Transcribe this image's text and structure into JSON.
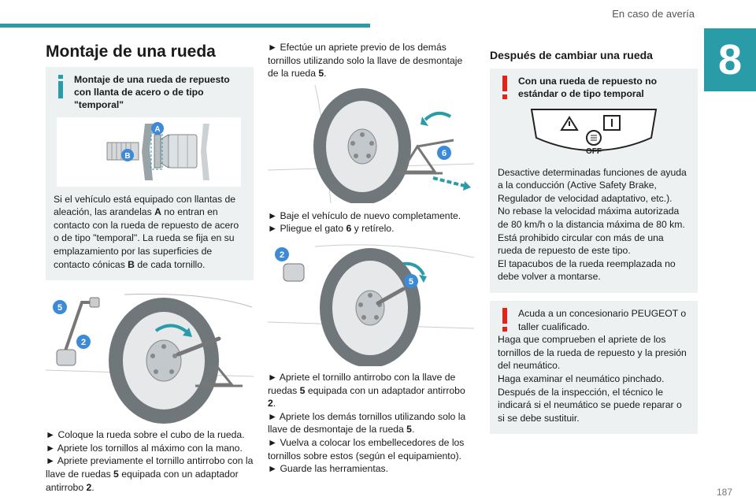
{
  "header": {
    "section_title": "En caso de avería",
    "chapter_number": "8",
    "page_number": "187"
  },
  "col1": {
    "title": "Montaje de una rueda",
    "info_box": {
      "heading": "Montaje de una rueda de repuesto con llanta de acero o de tipo \"temporal\"",
      "label_a": "A",
      "label_b": "B",
      "text_1": "Si el vehículo está equipado con llantas de aleación, las arandelas ",
      "bold_a": "A",
      "text_2": " no entran en contacto con la rueda de repuesto de acero o de tipo \"temporal\". La rueda se fija en su emplazamiento por las superficies de contacto cónicas ",
      "bold_b": "B",
      "text_3": " de cada tornillo."
    },
    "figure_labels": [
      "5",
      "2"
    ],
    "bullets": [
      "► Coloque la rueda sobre el cubo de la rueda.",
      "► Apriete los tornillos al máximo con la mano."
    ],
    "bullet3_pre": "► Apriete previamente el tornillo antirrobo con la llave de ruedas ",
    "bullet3_b1": "5",
    "bullet3_mid": " equipada con un adaptador antirrobo ",
    "bullet3_b2": "2",
    "bullet3_end": "."
  },
  "col2": {
    "intro_pre": "► Efectúe un apriete previo de los demás tornillos utilizando solo la llave de desmontaje de la rueda ",
    "intro_b": "5",
    "intro_end": ".",
    "figure1_label": "6",
    "lower_1": "► Baje el vehículo de nuevo completamente.",
    "lower_2_pre": "► Pliegue el gato ",
    "lower_2_b": "6",
    "lower_2_end": " y retírelo.",
    "figure2_labels": [
      "2",
      "5"
    ],
    "final_1_pre": "► Apriete el tornillo antirrobo con la llave de ruedas ",
    "final_1_b1": "5",
    "final_1_mid": " equipada con un adaptador antirrobo ",
    "final_1_b2": "2",
    "final_1_end": ".",
    "final_2_pre": "► Apriete los demás tornillos utilizando solo la llave de desmontaje de la rueda ",
    "final_2_b": "5",
    "final_2_end": ".",
    "final_3": "► Vuelva a colocar los embellecedores de los tornillos sobre estos (según el equipamiento).",
    "final_4": "► Guarde las herramientas."
  },
  "col3": {
    "title": "Después de cambiar una rueda",
    "warn_box": {
      "heading": "Con una rueda de repuesto no estándar o de tipo temporal",
      "panel_off": "OFF",
      "text": "Desactive determinadas funciones de ayuda a la conducción (Active Safety Brake, Regulador de velocidad adaptativo, etc.).\nNo rebase la velocidad máxima autorizada de 80 km/h o la distancia máxima de 80 km.\nEstá prohibido circular con más de una rueda de repuesto de este tipo.\nEl tapacubos de la rueda reemplazada no debe volver a montarse."
    },
    "warn_box2": {
      "line1": "Acuda a un concesionario PEUGEOT o taller cualificado.",
      "text": "Haga que comprueben el apriete de los tornillos de la rueda de repuesto y la presión del neumático.\nHaga examinar el neumático pinchado.\nDespués de la inspección, el técnico le indicará si el neumático se puede reparar o si se debe sustituir."
    }
  },
  "colors": {
    "accent": "#2a9ca8",
    "label_blue": "#3d8ad6",
    "warning_red": "#e2231a",
    "box_bg": "#eef1f2"
  }
}
